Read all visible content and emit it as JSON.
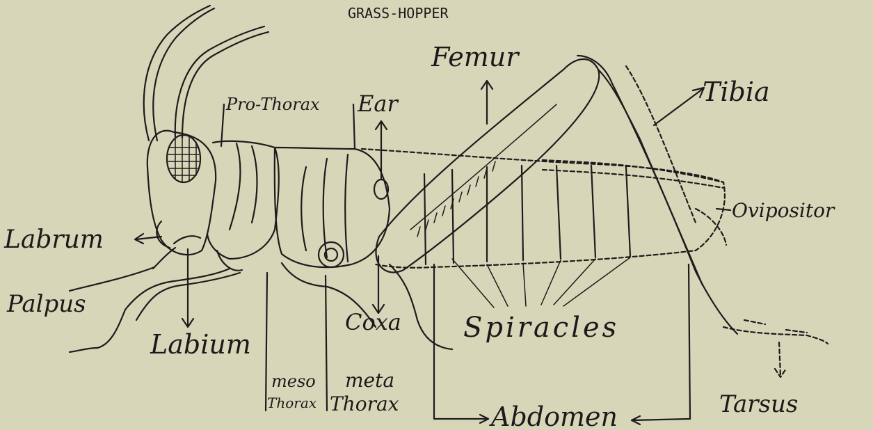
{
  "title": "GRASS-HOPPER",
  "labels": {
    "femur": "Femur",
    "pro_thorax": "Pro-Thorax",
    "ear": "Ear",
    "tibia": "Tibia",
    "ovipositor": "Ovipositor",
    "labrum": "Labrum",
    "palpus": "Palpus",
    "labium": "Labium",
    "coxa": "Coxa",
    "spiracles": "Spiracles",
    "meso_top": "meso",
    "meso_bottom": "Thorax",
    "meta_top": "meta",
    "meta_bottom": "Thorax",
    "abdomen": "Abdomen",
    "tarsus": "Tarsus"
  },
  "colors": {
    "paper": "#d8d6b9",
    "ink": "#1c1c1c"
  }
}
